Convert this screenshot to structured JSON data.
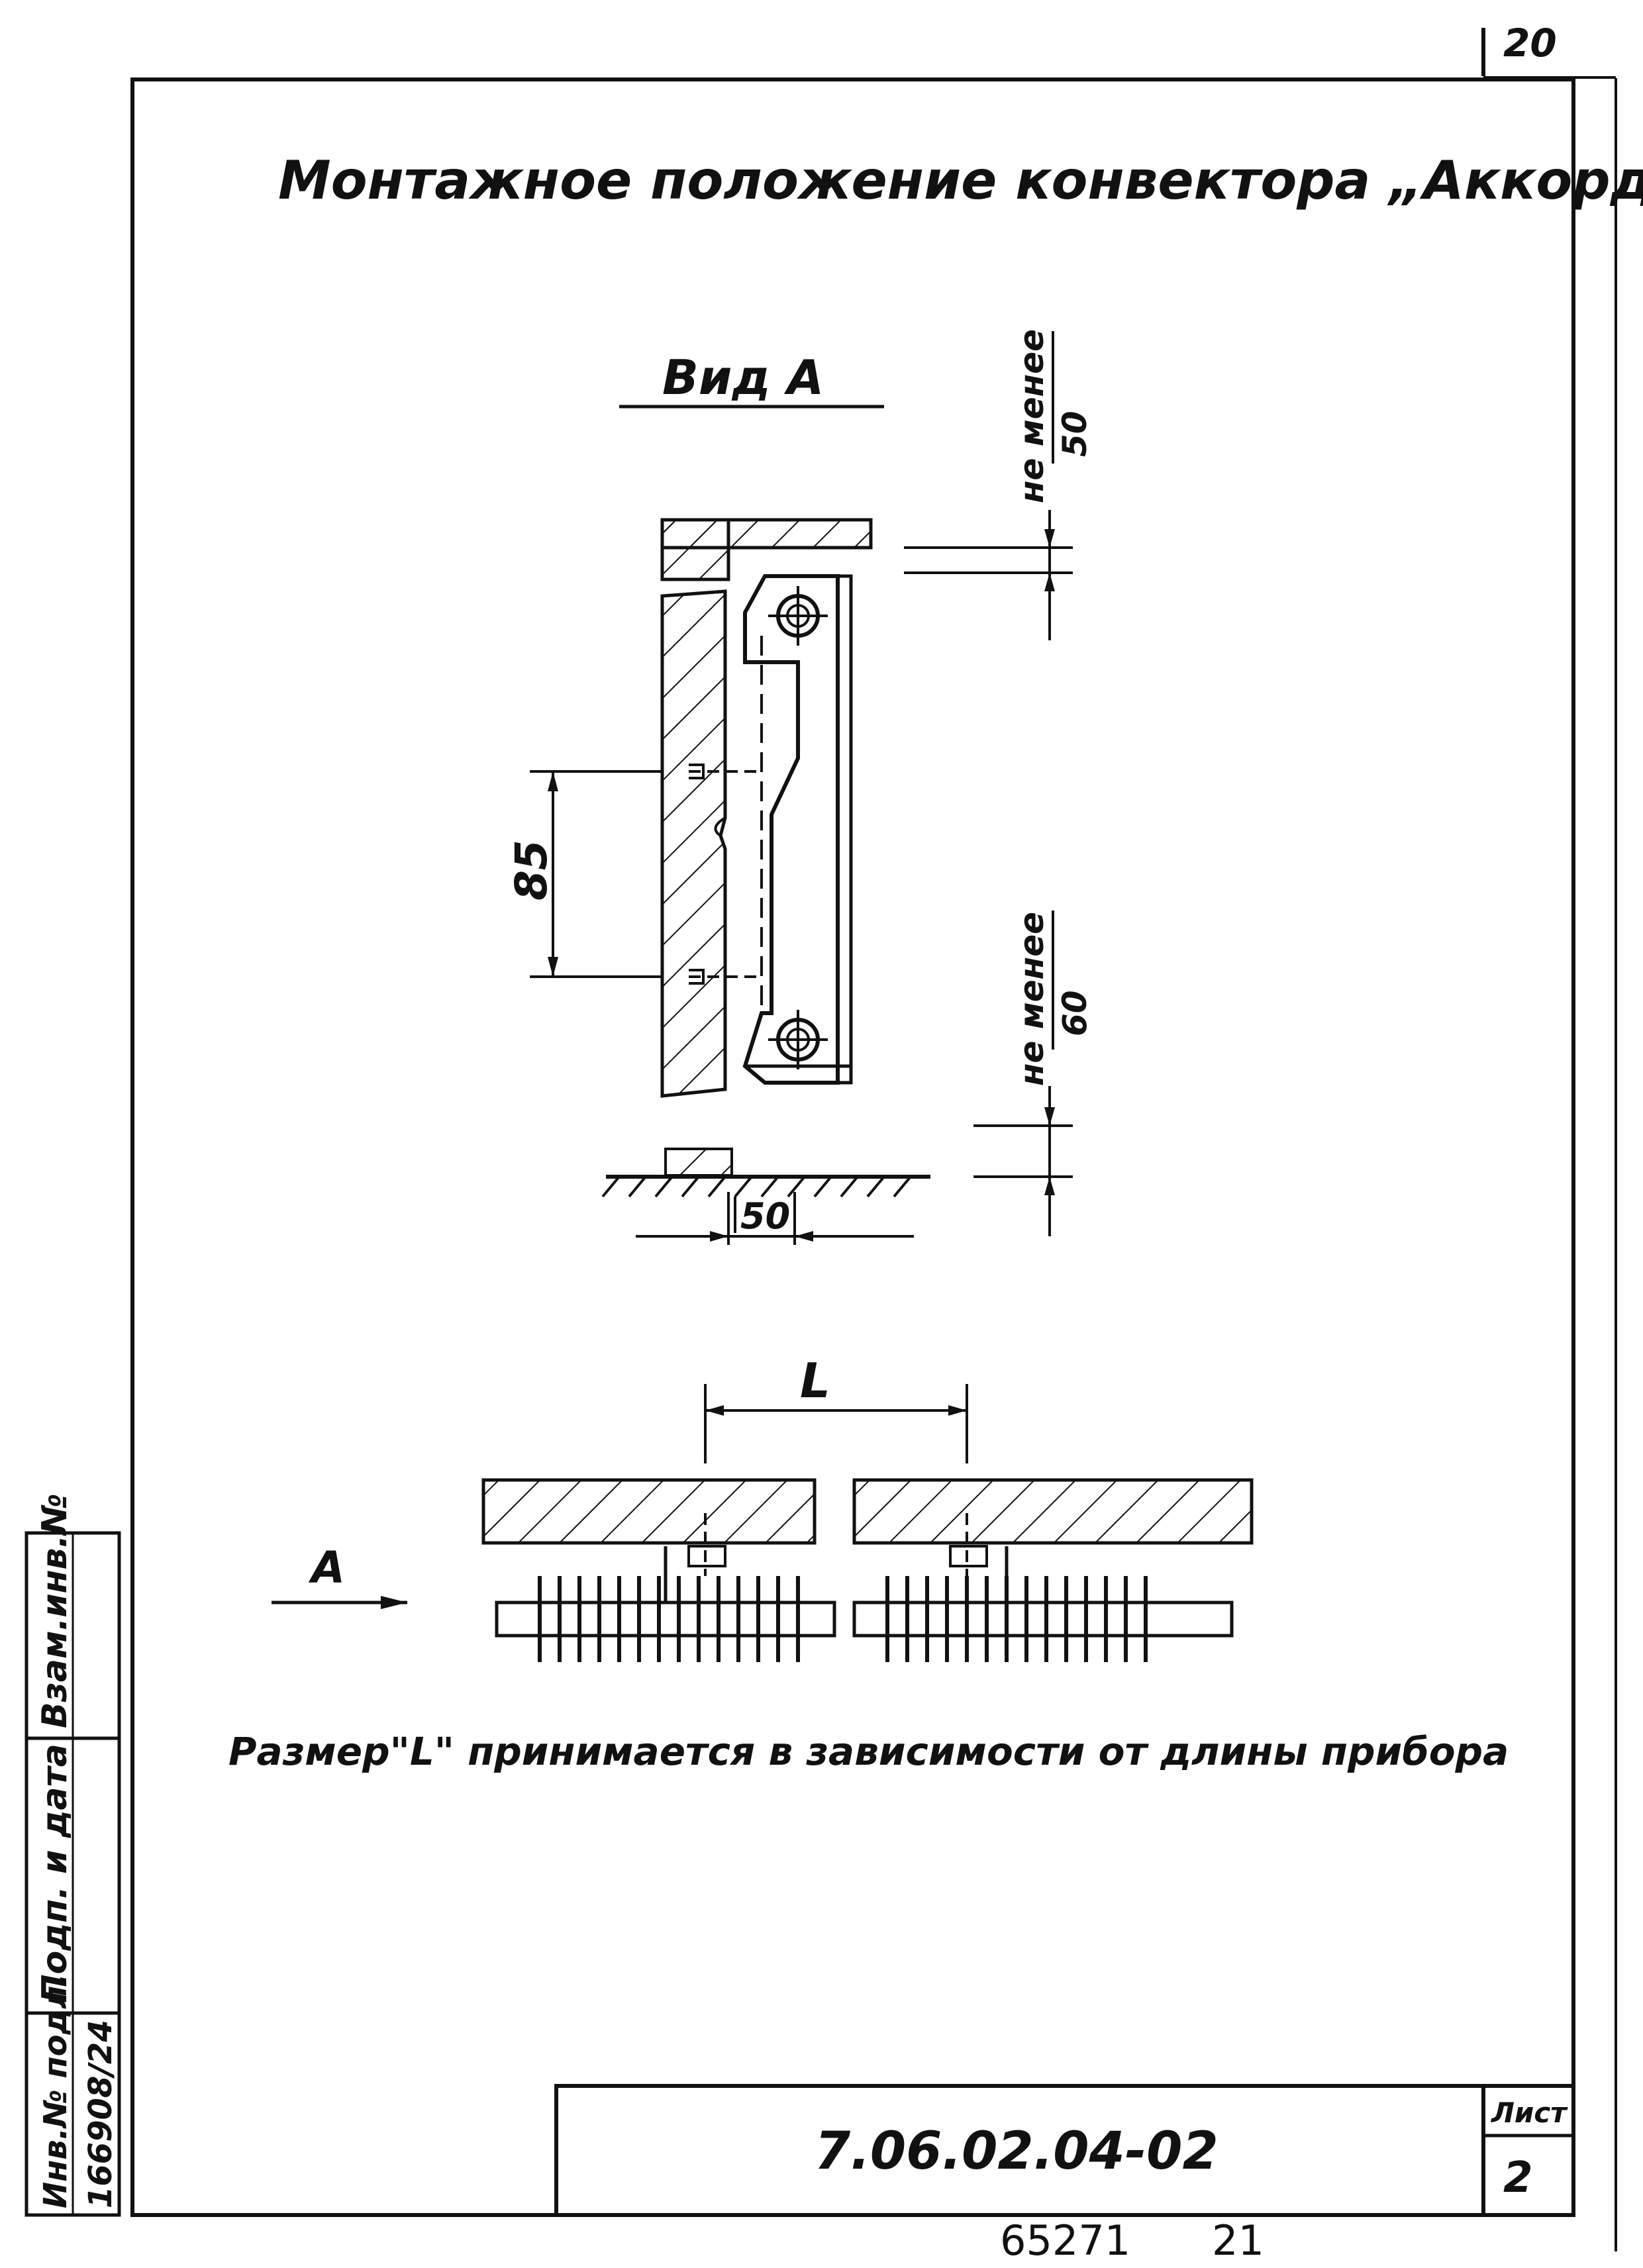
{
  "page_number": "20",
  "title": "Монтажное положение конвектора „Аккорд\"",
  "view_label": "Вид А",
  "dimensions": {
    "top_clearance_label": "не менее",
    "top_clearance_value": "50",
    "bottom_clearance_label": "не менее",
    "bottom_clearance_value": "60",
    "pipe_spacing": "85",
    "wall_offset": "50"
  },
  "plan": {
    "length_label": "L",
    "arrow_label": "А"
  },
  "note": "Размер\"L\" принимается в зависимости от длины прибора",
  "stamp": {
    "inv_num_label": "Инв.№ подл.",
    "sign_date_label": "Подп. и дата",
    "vzam_label": "Взам.инв.№",
    "inv_num_value": "166908/24",
    "doc_number": "7.06.02.04-02",
    "sheet_label": "Лист",
    "sheet_value": "2"
  },
  "footer": {
    "code": "65271",
    "page": "21"
  }
}
